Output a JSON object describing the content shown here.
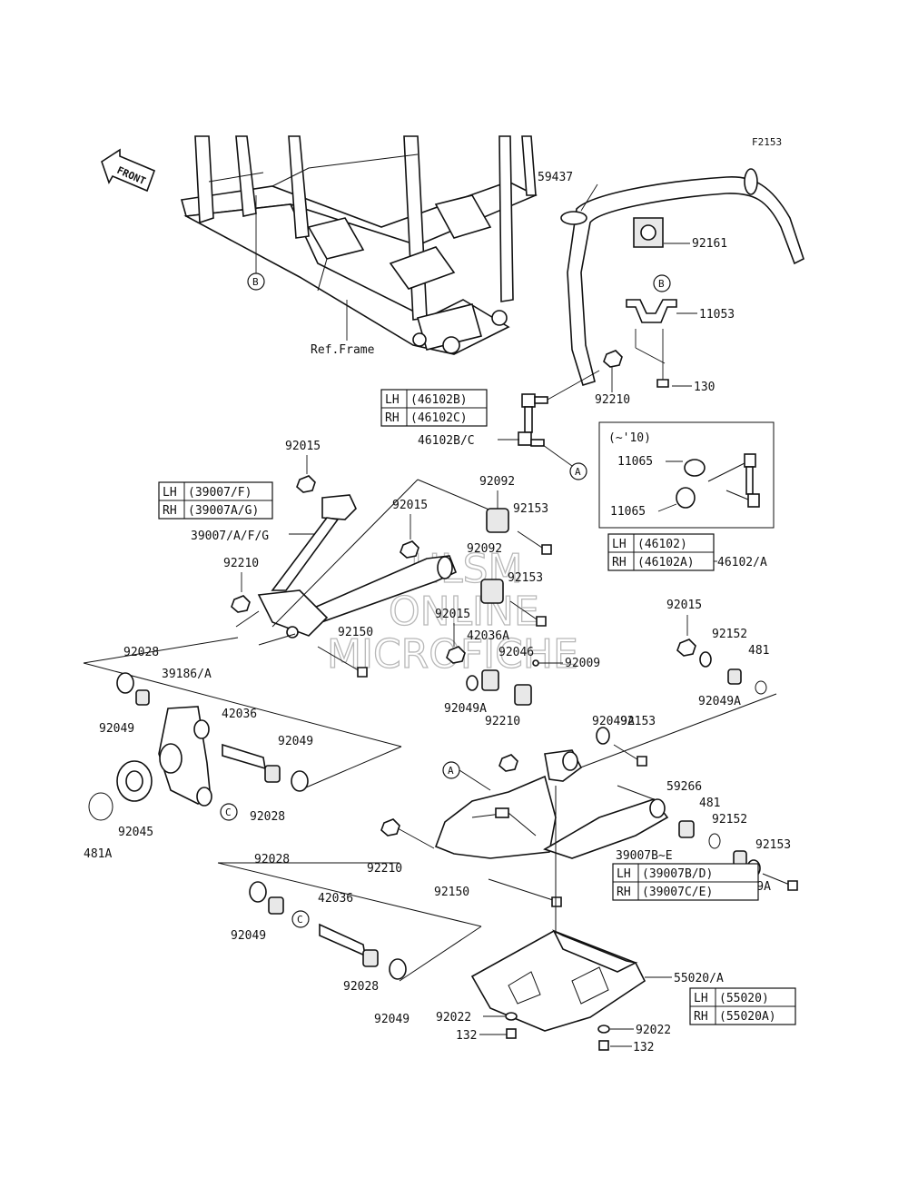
{
  "figure_id": "F2153",
  "front_label": "FRONT",
  "ref_frame": "Ref.Frame",
  "watermark": [
    "HLSM",
    "ONLINE",
    "MICROFICHE"
  ],
  "callouts": {
    "a1": "A",
    "a2": "A",
    "b1": "B",
    "b2": "B",
    "c1": "C",
    "c2": "C"
  },
  "variants": {
    "arm_upper": {
      "lh_tag": "LH",
      "lh": "(39007/F)",
      "rh_tag": "RH",
      "rh": "(39007A/G)"
    },
    "link_main": {
      "lh_tag": "LH",
      "lh": "(46102B)",
      "rh_tag": "RH",
      "rh": "(46102C)"
    },
    "link_old": {
      "lh_tag": "LH",
      "lh": "(46102)",
      "rh_tag": "RH",
      "rh": "(46102A)"
    },
    "arm_lower": {
      "lh_tag": "LH",
      "lh": "(39007B/D)",
      "rh_tag": "RH",
      "rh": "(39007C/E)"
    },
    "guard": {
      "lh_tag": "LH",
      "lh": "(55020)",
      "rh_tag": "RH",
      "rh": "(55020A)"
    }
  },
  "inset_label": "(~'10)",
  "parts": {
    "p59437": "59437",
    "p92161": "92161",
    "p11053": "11053",
    "p130": "130",
    "p92210_top": "92210",
    "p46102bc": "46102B/C",
    "p11065_a": "11065",
    "p11065_b": "11065",
    "p46102a": "46102/A",
    "p92015_a": "92015",
    "p92015_b": "92015",
    "p92015_c": "92015",
    "p92015_d": "92015",
    "p39007afg": "39007/A/F/G",
    "p92092_a": "92092",
    "p92092_b": "92092",
    "p92153_a": "92153",
    "p92153_b": "92153",
    "p92153_c": "92153",
    "p92153_d": "92153",
    "p92210_left": "92210",
    "p92150_a": "92150",
    "p92150_b": "92150",
    "p42036a": "42036A",
    "p92046": "92046",
    "p92009": "92009",
    "p92049a_a": "92049A",
    "p92049a_b": "92049A",
    "p92049a_c": "92049A",
    "p92049a_d": "92049A",
    "p92152_a": "92152",
    "p92152_b": "92152",
    "p481_a": "481",
    "p481_b": "481",
    "p92028_a": "92028",
    "p92028_b": "92028",
    "p92028_c": "92028",
    "p92028_d": "92028",
    "p39186a": "39186/A",
    "p92049_a": "92049",
    "p92049_b": "92049",
    "p92049_c": "92049",
    "p92049_d": "92049",
    "p42036_a": "42036",
    "p42036_b": "42036",
    "p92045": "92045",
    "p481a": "481A",
    "p92210_mid": "92210",
    "p92210_low": "92210",
    "p59266": "59266",
    "p39007be": "39007B~E",
    "p55020a": "55020/A",
    "p92022_a": "92022",
    "p92022_b": "92022",
    "p132_a": "132",
    "p132_b": "132"
  }
}
